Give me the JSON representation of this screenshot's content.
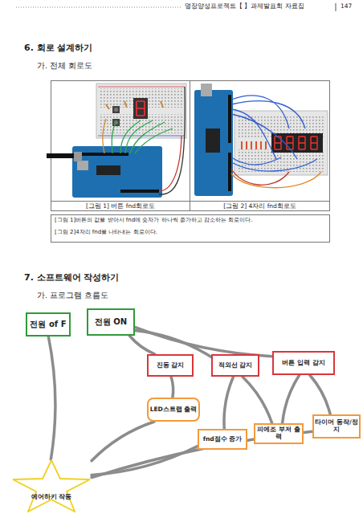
{
  "diagram": {
    "nodes": [
      {
        "text": [
          "전원 of F"
        ]
      },
      {
        "text": [
          "전원 ON"
        ]
      },
      {
        "text": [
          "진동 감지"
        ]
      },
      {
        "text": [
          "적외선 감지"
        ]
      },
      {
        "text": [
          "버튼 입력 감지"
        ]
      },
      {
        "text": [
          "LED스트랩 출력"
        ]
      },
      {
        "text": [
          "fnd점수 증가"
        ]
      },
      {
        "text": [
          "피에조 부저 출력"
        ]
      },
      {
        "text": [
          "타이머 동작/정지"
        ]
      },
      {
        "text": [
          "에어하키 작동"
        ]
      }
    ],
    "edges": [
      {
        "from": 1,
        "to": 2,
        "arrow": "none"
      },
      {
        "from": 1,
        "to": 3,
        "arrow": "none"
      },
      {
        "from": 1,
        "to": 4,
        "arrow": "none"
      },
      {
        "from": 2,
        "to": 5,
        "arrow": "none"
      },
      {
        "from": 3,
        "to": 6,
        "arrow": "none"
      },
      {
        "from": 3,
        "to": 7,
        "arrow": "none"
      },
      {
        "from": 4,
        "to": 7,
        "arrow": "none"
      },
      {
        "from": 4,
        "to": 8,
        "arrow": "none"
      },
      {
        "from": 5,
        "to": 9,
        "arrow": "none"
      },
      {
        "from": 6,
        "to": 9,
        "arrow": "none"
      },
      {
        "from": 8,
        "to": 9,
        "arrow": "none"
      },
      {
        "from": 0,
        "to": 9,
        "arrow": "none"
      }
    ],
    "labels": [
      "명장양성프로젝트【 】과제발표회 자료집",
      "147",
      "6. 회로 설계하기",
      "가. 전체 회로도",
      "[그림 1] 버튼 fnd회로도",
      "[그림 2] 4자리 fnd회로도",
      "[그림 1]버튼의 값을 받아서 fnd에 숫자가 하나씩 증가하고 감소하는 회로이다.",
      "[그림 2]4자리 fnd을 나타내는 회로이다.",
      "7. 소프트웨어 작성하기",
      "가. 프로그램 흐름도"
    ]
  }
}
